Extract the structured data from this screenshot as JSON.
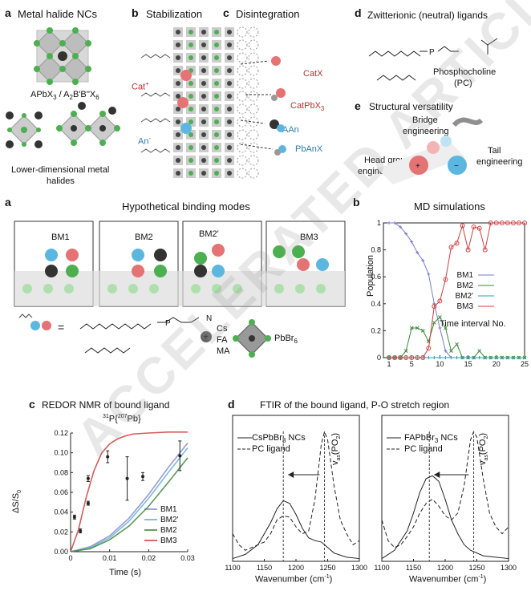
{
  "top": {
    "a": {
      "letter": "a",
      "title": "Metal halide NCs",
      "formula": "APbX3 / A2B'B''X6",
      "lower_label_1": "Lower-dimensional metal",
      "lower_label_2": "halides"
    },
    "b": {
      "letter": "b",
      "title": "Stabilization",
      "cat_label": "Cat+",
      "an_label": "An-"
    },
    "c": {
      "letter": "c",
      "title": "Disintegration",
      "products": [
        "CatX",
        "CatPbX3",
        "AAn",
        "PbAnX"
      ]
    },
    "d": {
      "letter": "d",
      "title": "Zwitterionic (neutral) ligands",
      "name_1": "Phosphocholine",
      "name_2": "(PC)"
    },
    "e": {
      "letter": "e",
      "title": "Structural versatility",
      "bridge_1": "Bridge",
      "bridge_2": "engineering",
      "head_1": "Head group",
      "head_2": "engineering",
      "tail_1": "Tail",
      "tail_2": "engineering"
    }
  },
  "mid": {
    "a": {
      "letter": "a",
      "title": "Hypothetical binding modes",
      "modes": [
        "BM1",
        "BM2",
        "BM2'",
        "BM3"
      ],
      "eq": "=",
      "cations": [
        "Cs",
        "FA",
        "MA"
      ],
      "pb_label": "PbBr6"
    },
    "b": {
      "letter": "b",
      "title": "MD simulations"
    }
  },
  "bottom": {
    "c": {
      "letter": "c",
      "title": "REDOR NMR of bound ligand",
      "subtitle": "31P{207Pb}"
    },
    "d": {
      "letter": "d",
      "title": "FTIR of the bound ligand, P-O stretch region",
      "left_legend": [
        "CsPbBr3 NCs",
        "PC ligand"
      ],
      "right_legend": [
        "FAPbBr3 NCs",
        "PC ligand"
      ],
      "annot": "vas(PO2)"
    }
  },
  "watermark": "ACCELERATED ARTICLE PREVIEW",
  "chart_data": [
    {
      "type": "line",
      "title": "MD simulations",
      "xlabel": "Time interval No.",
      "ylabel": "Population",
      "xlim": [
        0,
        25
      ],
      "ylim": [
        0,
        1
      ],
      "xticks": [
        1,
        5,
        10,
        15,
        20,
        25
      ],
      "yticks": [
        0,
        0.2,
        0.4,
        0.6,
        0.8,
        1
      ],
      "x": [
        1,
        2,
        3,
        4,
        5,
        6,
        7,
        8,
        9,
        10,
        11,
        12,
        13,
        14,
        15,
        16,
        17,
        18,
        19,
        20,
        21,
        22,
        23,
        24,
        25
      ],
      "series": [
        {
          "name": "BM1",
          "color": "#7a7ad6",
          "marker": "+",
          "values": [
            1,
            1,
            0.97,
            0.92,
            0.86,
            0.78,
            0.72,
            0.62,
            0.4,
            0.22,
            0.05,
            0,
            0,
            0,
            0,
            0,
            0,
            0,
            0,
            0,
            0,
            0,
            0,
            0,
            0
          ]
        },
        {
          "name": "BM2",
          "color": "#3a8a3a",
          "marker": "x",
          "values": [
            0,
            0,
            0,
            0.05,
            0.22,
            0.22,
            0.2,
            0.12,
            0.26,
            0.3,
            0.22,
            0.05,
            0.1,
            0,
            0,
            0,
            0.05,
            0,
            0,
            0,
            0,
            0,
            0,
            0,
            0
          ]
        },
        {
          "name": "BM2'",
          "color": "#2aa0b8",
          "marker": "*",
          "values": [
            0,
            0,
            0,
            0,
            0,
            0,
            0,
            0,
            0,
            0,
            0,
            0,
            0,
            0,
            0,
            0,
            0,
            0,
            0,
            0,
            0,
            0,
            0,
            0,
            0
          ]
        },
        {
          "name": "BM3",
          "color": "#d04040",
          "marker": "o",
          "values": [
            0,
            0,
            0,
            0,
            0,
            0,
            0,
            0.07,
            0.38,
            0.42,
            0.58,
            0.82,
            0.85,
            0.98,
            0.8,
            0.97,
            0.96,
            0.8,
            1,
            1,
            1,
            1,
            1,
            1,
            1
          ]
        }
      ]
    },
    {
      "type": "line",
      "title": "REDOR NMR of bound ligand",
      "xlabel": "Time (s)",
      "ylabel": "ΔS/S0",
      "xlim": [
        0,
        0.03
      ],
      "ylim": [
        0,
        0.12
      ],
      "xticks": [
        0,
        0.01,
        0.02,
        0.03
      ],
      "yticks": [
        0,
        0.02,
        0.04,
        0.06,
        0.08,
        0.1,
        0.12
      ],
      "points": [
        {
          "x": 0.001,
          "y": 0.035,
          "err": 0.002
        },
        {
          "x": 0.0025,
          "y": 0.021,
          "err": 0.002
        },
        {
          "x": 0.0045,
          "y": 0.049,
          "err": 0.002
        },
        {
          "x": 0.0045,
          "y": 0.074,
          "err": 0.003
        },
        {
          "x": 0.0095,
          "y": 0.096,
          "err": 0.006
        },
        {
          "x": 0.0145,
          "y": 0.074,
          "err": 0.022
        },
        {
          "x": 0.0185,
          "y": 0.076,
          "err": 0.004
        },
        {
          "x": 0.028,
          "y": 0.097,
          "err": 0.015
        }
      ],
      "series": [
        {
          "name": "BM1",
          "color": "#8a8ad0",
          "x": [
            0,
            0.005,
            0.01,
            0.015,
            0.02,
            0.025,
            0.03
          ],
          "values": [
            0,
            0.005,
            0.016,
            0.034,
            0.058,
            0.085,
            0.11
          ]
        },
        {
          "name": "BM2'",
          "color": "#66b0d6",
          "x": [
            0,
            0.005,
            0.01,
            0.015,
            0.02,
            0.025,
            0.03
          ],
          "values": [
            0,
            0.004,
            0.014,
            0.031,
            0.054,
            0.08,
            0.105
          ]
        },
        {
          "name": "BM2",
          "color": "#3a8a3a",
          "x": [
            0,
            0.005,
            0.01,
            0.015,
            0.02,
            0.025,
            0.03
          ],
          "values": [
            0,
            0.003,
            0.012,
            0.026,
            0.046,
            0.07,
            0.095
          ]
        },
        {
          "name": "BM3",
          "color": "#d04040",
          "x": [
            0,
            0.002,
            0.004,
            0.006,
            0.008,
            0.01,
            0.012,
            0.014,
            0.016,
            0.02,
            0.025,
            0.03
          ],
          "values": [
            0,
            0.022,
            0.055,
            0.082,
            0.1,
            0.109,
            0.114,
            0.117,
            0.119,
            0.12,
            0.121,
            0.121
          ]
        }
      ]
    },
    {
      "type": "line",
      "title": "FTIR CsPbBr3",
      "xlabel": "Wavenumber (cm-1)",
      "xlim": [
        1100,
        1300
      ],
      "xticks": [
        1100,
        1150,
        1200,
        1250,
        1300
      ],
      "series": [
        {
          "name": "CsPbBr3 NCs",
          "style": "solid",
          "x": [
            1100,
            1120,
            1140,
            1160,
            1170,
            1180,
            1190,
            1200,
            1210,
            1220,
            1230,
            1240,
            1250,
            1260,
            1280,
            1300
          ],
          "values": [
            0.02,
            0.05,
            0.12,
            0.28,
            0.38,
            0.44,
            0.42,
            0.34,
            0.24,
            0.17,
            0.15,
            0.14,
            0.1,
            0.06,
            0.03,
            0.02
          ]
        },
        {
          "name": "PC ligand",
          "style": "dashed",
          "x": [
            1100,
            1110,
            1120,
            1130,
            1140,
            1150,
            1160,
            1170,
            1180,
            1190,
            1200,
            1210,
            1220,
            1230,
            1240,
            1245,
            1250,
            1260,
            1270,
            1280,
            1290,
            1300
          ],
          "values": [
            0.2,
            0.12,
            0.08,
            0.1,
            0.12,
            0.14,
            0.2,
            0.3,
            0.33,
            0.32,
            0.25,
            0.2,
            0.22,
            0.45,
            0.85,
            0.94,
            0.88,
            0.55,
            0.3,
            0.2,
            0.12,
            0.15
          ]
        }
      ]
    },
    {
      "type": "line",
      "title": "FTIR FAPbBr3",
      "xlabel": "Wavenumber (cm-1)",
      "xlim": [
        1100,
        1300
      ],
      "xticks": [
        1100,
        1150,
        1200,
        1250,
        1300
      ],
      "series": [
        {
          "name": "FAPbBr3 NCs",
          "style": "solid",
          "x": [
            1100,
            1120,
            1140,
            1150,
            1160,
            1170,
            1180,
            1190,
            1200,
            1210,
            1220,
            1230,
            1240,
            1260,
            1280,
            1300
          ],
          "values": [
            0.02,
            0.08,
            0.22,
            0.35,
            0.5,
            0.6,
            0.62,
            0.58,
            0.45,
            0.3,
            0.2,
            0.12,
            0.08,
            0.04,
            0.03,
            0.02
          ]
        },
        {
          "name": "PC ligand",
          "style": "dashed",
          "x": [
            1100,
            1110,
            1120,
            1130,
            1140,
            1150,
            1160,
            1170,
            1180,
            1190,
            1200,
            1210,
            1220,
            1230,
            1240,
            1245,
            1250,
            1260,
            1270,
            1280,
            1290,
            1300
          ],
          "values": [
            0.3,
            0.15,
            0.1,
            0.12,
            0.18,
            0.25,
            0.35,
            0.42,
            0.45,
            0.4,
            0.33,
            0.3,
            0.35,
            0.55,
            0.88,
            0.94,
            0.9,
            0.6,
            0.35,
            0.25,
            0.2,
            0.25
          ]
        }
      ]
    }
  ]
}
